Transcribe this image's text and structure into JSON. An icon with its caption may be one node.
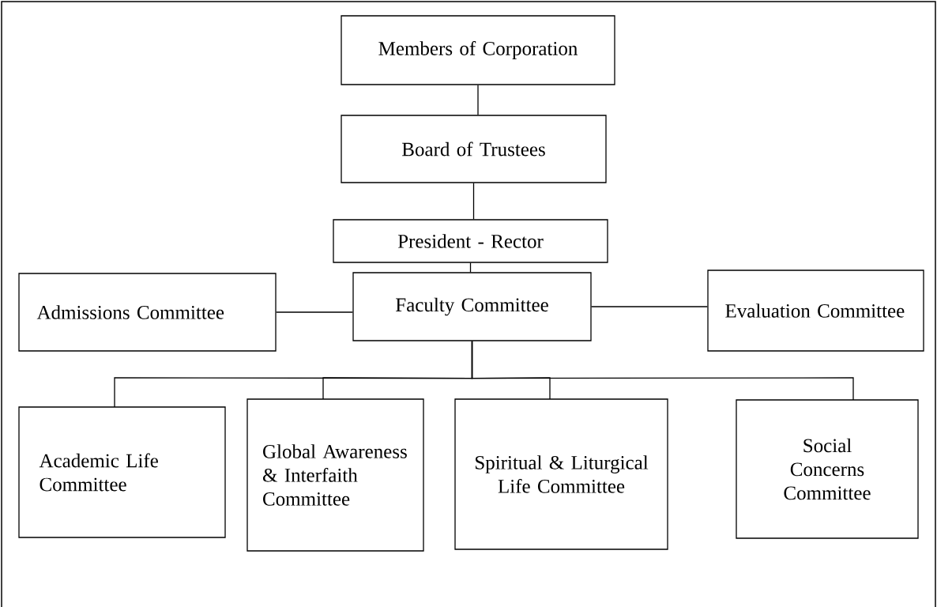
{
  "diagram": {
    "nodes": [
      {
        "text": [
          "Members of Corporation"
        ]
      },
      {
        "text": [
          "Board of Trustees"
        ]
      },
      {
        "text": [
          "President - Rector"
        ]
      },
      {
        "text": [
          "Admissions Committee"
        ]
      },
      {
        "text": [
          "Faculty Committee"
        ]
      },
      {
        "text": [
          "Evaluation Committee"
        ]
      },
      {
        "text": [
          "Academic Life Committee"
        ]
      },
      {
        "text": [
          "Global Awareness & Interfaith Committee"
        ]
      },
      {
        "text": [
          "Spiritual & Liturgical Life Committee"
        ]
      },
      {
        "text": [
          "Social Concerns Committee"
        ]
      }
    ],
    "edges": [
      {
        "from": 0,
        "to": 1,
        "arrow": "none"
      },
      {
        "from": 1,
        "to": 2,
        "arrow": "none"
      },
      {
        "from": 2,
        "to": 4,
        "arrow": "none"
      },
      {
        "from": 3,
        "to": 4,
        "arrow": "none"
      },
      {
        "from": 4,
        "to": 5,
        "arrow": "none"
      },
      {
        "from": 4,
        "to": 6,
        "arrow": "none"
      },
      {
        "from": 4,
        "to": 7,
        "arrow": "none"
      },
      {
        "from": 4,
        "to": 8,
        "arrow": "none"
      },
      {
        "from": 4,
        "to": 9,
        "arrow": "none"
      }
    ]
  }
}
